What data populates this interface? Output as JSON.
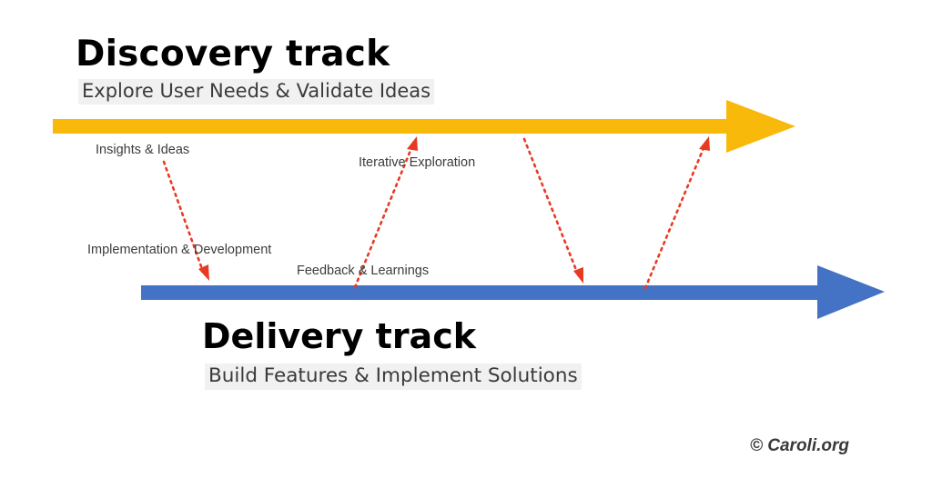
{
  "discovery": {
    "title": "Discovery track",
    "subtitle": "Explore User Needs & Validate Ideas",
    "color": "#f9b90b"
  },
  "delivery": {
    "title": "Delivery track",
    "subtitle": "Build Features & Implement Solutions",
    "color": "#4472c4"
  },
  "connector_color": "#e83a22",
  "flow_labels": {
    "insights": "Insights & Ideas",
    "iterative": "Iterative Exploration",
    "implementation": "Implementation & Development",
    "feedback": "Feedback & Learnings"
  },
  "copyright": "© Caroli.org"
}
